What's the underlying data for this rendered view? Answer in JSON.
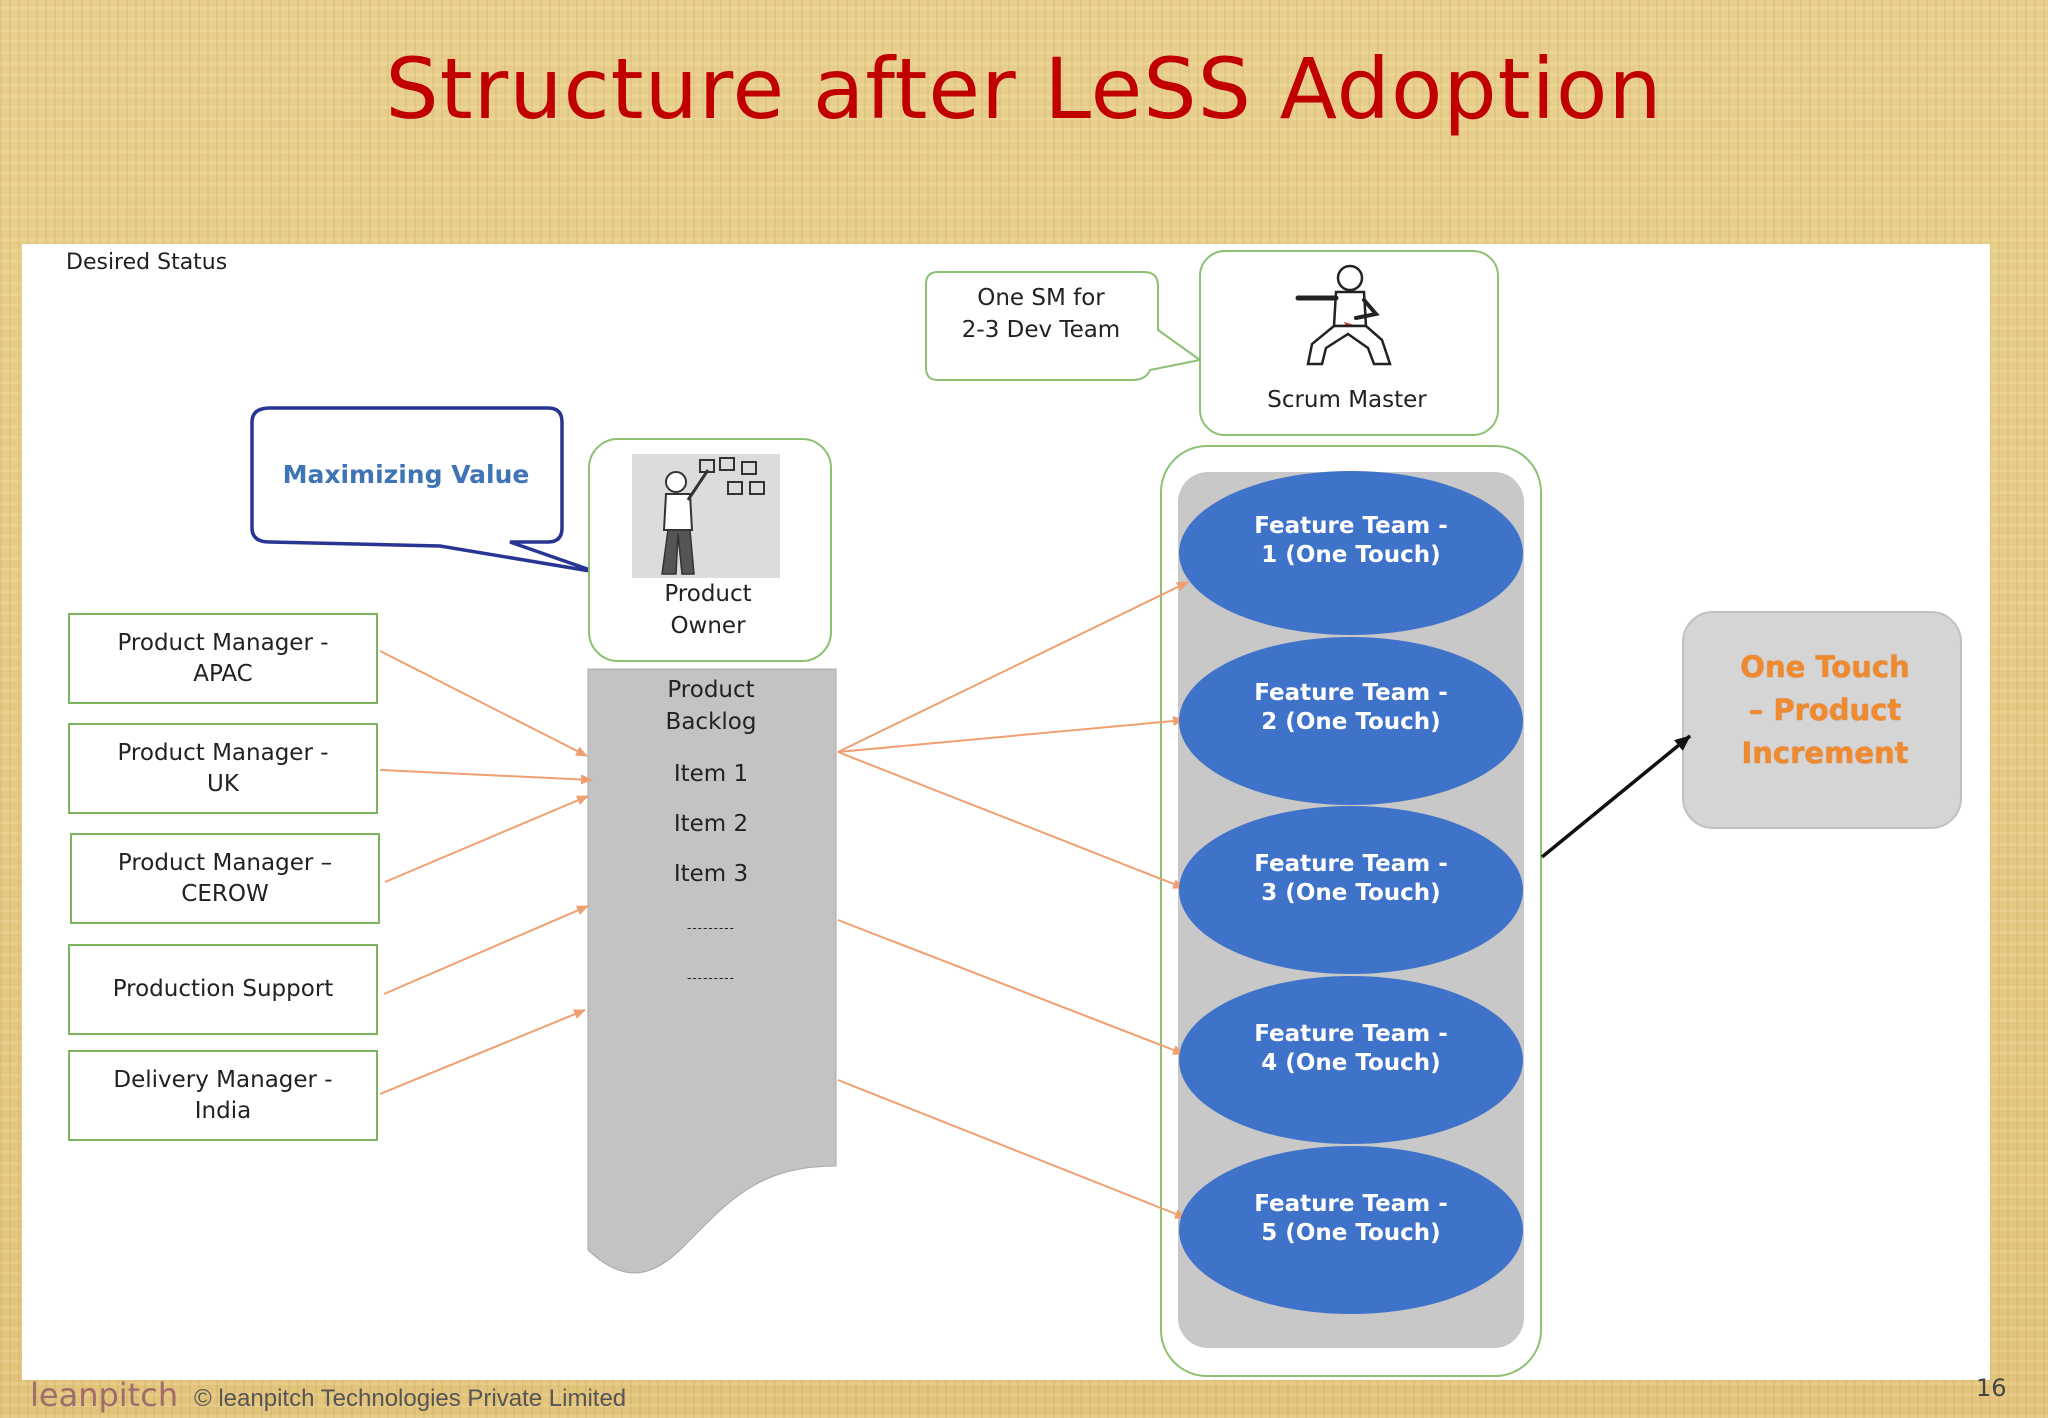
{
  "title": "Structure after LeSS Adoption",
  "panel_caption": "Desired Status",
  "stakeholders": [
    {
      "label": "Product Manager -\nAPAC"
    },
    {
      "label": "Product Manager -\nUK"
    },
    {
      "label": "Product Manager –\nCEROW"
    },
    {
      "label": "Production Support"
    },
    {
      "label": "Delivery Manager -\nIndia"
    }
  ],
  "callout": "Maximizing Value",
  "product_owner": {
    "label": "Product\nOwner",
    "icon": "person-at-board-icon"
  },
  "backlog": {
    "title": "Product\nBacklog",
    "items": [
      "Item 1",
      "Item 2",
      "Item 3",
      "---------",
      "---------"
    ]
  },
  "scrum_master": {
    "label": "Scrum Master",
    "icon": "martial-arts-figure-icon",
    "note": "One SM for\n2-3 Dev Team"
  },
  "feature_teams": [
    "Feature Team -\n1 (One Touch)",
    "Feature Team -\n2 (One Touch)",
    "Feature Team -\n3 (One Touch)",
    "Feature Team -\n4 (One Touch)",
    "Feature Team -\n5 (One Touch)"
  ],
  "increment": "One Touch\n– Product\nIncrement",
  "footer": {
    "logo": "leanpitch",
    "copyright": "© leanpitch Technologies Private Limited",
    "page": "16"
  },
  "colors": {
    "title": "#c00000",
    "box_border": "#7cb45f",
    "arrow": "#f0a070",
    "team": "#3f72c9",
    "callout_border": "#283593",
    "increment_text": "#f08a2e"
  }
}
